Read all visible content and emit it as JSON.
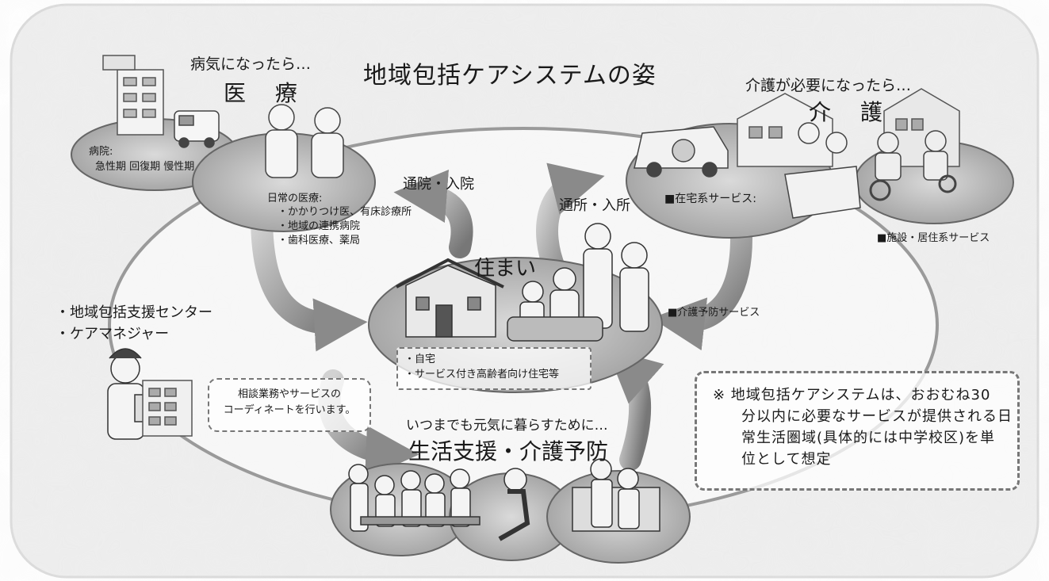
{
  "title": "地域包括ケアシステムの姿",
  "medical": {
    "caption": "病気になったら…",
    "heading": "医 療",
    "hospital_label": "病院:",
    "hospital_types": "急性期 回復期 慢性期",
    "daily_care_label": "日常の医療:",
    "daily_care_items": [
      "・かかりつけ医、有床診療所",
      "・地域の連携病院",
      "・歯科医療、薬局"
    ]
  },
  "care": {
    "caption": "介護が必要になったら…",
    "heading": "介 護",
    "home_service": "■在宅系サービス:",
    "facility_service": "■施設・居住系サービス"
  },
  "home": {
    "heading": "住まい",
    "items": [
      "・自宅",
      "・サービス付き高齢者向け住宅等"
    ]
  },
  "flows": {
    "hospital_visit": "通院・入院",
    "facility_visit": "通所・入所",
    "prevention_service": "■介護予防サービス"
  },
  "support_center": {
    "items": [
      "・地域包括支援センター",
      "・ケアマネジャー"
    ],
    "role_lines": [
      "相談業務やサービスの",
      "コーディネートを行います。"
    ]
  },
  "prevention": {
    "caption": "いつまでも元気に暮らすために…",
    "heading": "生活支援・介護予防"
  },
  "note": {
    "lines": [
      "※ 地域包括ケアシステムは、おおむね30",
      "分以内に必要なサービスが提供される日",
      "常生活圏域(具体的には中学校区)を単",
      "位として想定"
    ]
  }
}
